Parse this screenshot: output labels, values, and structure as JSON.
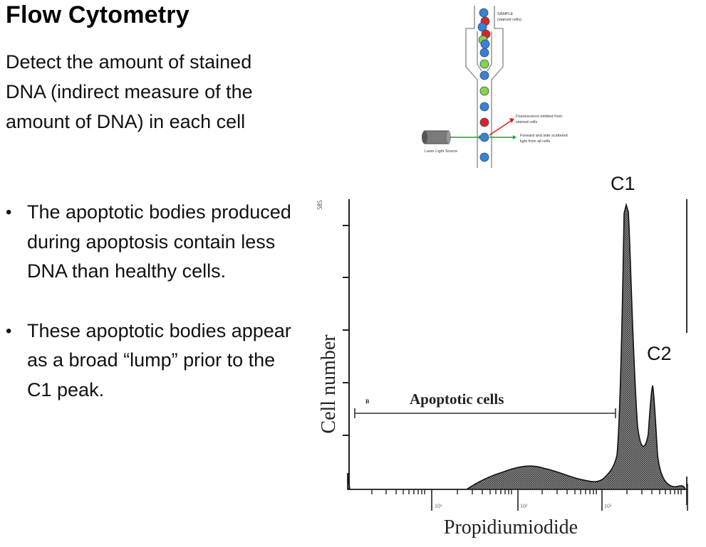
{
  "slide": {
    "title": "Flow Cytometry",
    "intro": "Detect the amount of stained DNA (indirect measure of the amount of DNA) in each cell",
    "bullets": [
      "The apoptotic bodies produced during apoptosis contain less DNA than healthy cells.",
      "These apoptotic bodies appear as a broad “lump” prior to the C1 peak."
    ]
  },
  "diagram": {
    "sample_label_1": "SAMPLE",
    "sample_label_2": "(stained cells)",
    "fluor_label_1": "Fluorescence emitted from",
    "fluor_label_2": "stained cells",
    "scatter_label_1": "Forward and side scattered",
    "scatter_label_2": "light from all cells",
    "laser_label": "Laser Light Source",
    "colors": {
      "blue": "#3d7fd0",
      "red": "#e0231f",
      "green": "#8cd23a",
      "laser_arrow": "#1aa33c",
      "fluor_arrow": "#d7261e"
    }
  },
  "histogram": {
    "ylabel": "Cell number",
    "xlabel": "Propidiumiodide",
    "peak_c1": "C1",
    "peak_c2": "C2",
    "region_label": "Apoptotic cells",
    "region_marker": "B",
    "y_top_tick": "585",
    "x_decade_labels": [
      "10¹",
      "10²",
      "10³"
    ]
  }
}
